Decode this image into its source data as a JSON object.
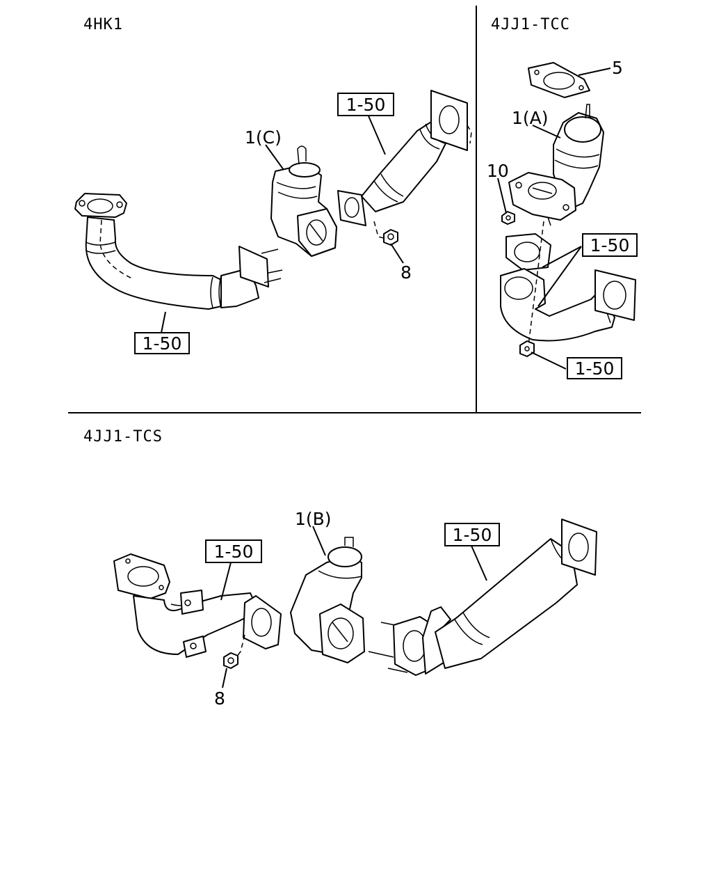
{
  "sections": {
    "top_left": {
      "title": "4HK1"
    },
    "top_right": {
      "title": "4JJ1-TCC"
    },
    "bottom": {
      "title": "4JJ1-TCS"
    }
  },
  "callouts": {
    "hk1_ref_upper": "1-50",
    "hk1_ref_lower": "1-50",
    "hk1_part_1c": "1(C)",
    "hk1_part_8": "8",
    "tcc_part_5": "5",
    "tcc_part_1a": "1(A)",
    "tcc_part_10": "10",
    "tcc_ref_mid": "1-50",
    "tcc_ref_low": "1-50",
    "tcs_part_1b": "1(B)",
    "tcs_ref_left": "1-50",
    "tcs_ref_right": "1-50",
    "tcs_part_8": "8"
  }
}
